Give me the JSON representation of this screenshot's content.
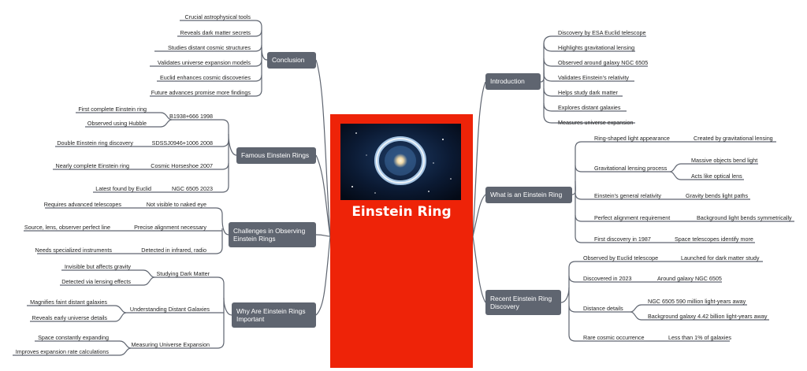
{
  "center": {
    "title": "Einstein Ring",
    "image": "einstein-ring-galaxy-photo"
  },
  "colors": {
    "center": "#ee2308",
    "branch": "#5f6570",
    "line": "#5f6570"
  },
  "branches": {
    "introduction": {
      "label": "Introduction",
      "items": [
        "Discovery by ESA Euclid telescope",
        "Highlights gravitational lensing",
        "Observed around galaxy NGC 6505",
        "Validates Einstein’s relativity",
        "Helps study dark matter",
        "Explores distant galaxies",
        "Measures universe expansion"
      ]
    },
    "what_is": {
      "label": "What is an Einstein Ring",
      "items": [
        {
          "label": "Ring-shaped light appearance",
          "children": [
            "Created by gravitational lensing"
          ]
        },
        {
          "label": "Gravitational lensing process",
          "children": [
            "Massive objects bend light",
            "Acts like optical lens"
          ]
        },
        {
          "label": "Einstein’s general relativity",
          "children": [
            "Gravity bends light paths"
          ]
        },
        {
          "label": "Perfect alignment requirement",
          "children": [
            "Background light bends symmetrically"
          ]
        },
        {
          "label": "First discovery in 1987",
          "children": [
            "Space telescopes identify more"
          ]
        }
      ]
    },
    "recent": {
      "label": "Recent Einstein Ring Discovery",
      "items": [
        {
          "label": "Observed by Euclid telescope",
          "children": [
            "Launched for dark matter study"
          ]
        },
        {
          "label": "Discovered in 2023",
          "children": [
            "Around galaxy NGC 6505"
          ]
        },
        {
          "label": "Distance details",
          "children": [
            "NGC 6505 590 million light-years away",
            "Background galaxy 4.42 billion light-years away"
          ]
        },
        {
          "label": "Rare cosmic occurrence",
          "children": [
            "Less than 1% of galaxies"
          ]
        }
      ]
    },
    "conclusion": {
      "label": "Conclusion",
      "items": [
        "Crucial astrophysical tools",
        "Reveals dark matter secrets",
        "Studies distant cosmic structures",
        "Validates universe expansion models",
        "Euclid enhances cosmic discoveries",
        "Future advances promise more findings"
      ]
    },
    "famous": {
      "label": "Famous Einstein Rings",
      "items": [
        {
          "label": "B1938+666 1998",
          "children": [
            "First complete Einstein ring",
            "Observed using Hubble"
          ]
        },
        {
          "label": "SDSSJ0946+1006 2008",
          "children": [
            "Double Einstein ring discovery"
          ]
        },
        {
          "label": "Cosmic Horseshoe 2007",
          "children": [
            "Nearly complete Einstein ring"
          ]
        },
        {
          "label": "NGC 6505 2023",
          "children": [
            "Latest found by Euclid"
          ]
        }
      ]
    },
    "challenges": {
      "label": "Challenges in Observing Einstein Rings",
      "items": [
        {
          "label": "Not visible to naked eye",
          "children": [
            "Requires advanced telescopes"
          ]
        },
        {
          "label": "Precise alignment necessary",
          "children": [
            "Source, lens, observer perfect line"
          ]
        },
        {
          "label": "Detected in infrared, radio",
          "children": [
            "Needs specialized instruments"
          ]
        }
      ]
    },
    "why": {
      "label": "Why Are Einstein Rings Important",
      "items": [
        {
          "label": "Studying Dark Matter",
          "children": [
            "Invisible but affects gravity",
            "Detected via lensing effects"
          ]
        },
        {
          "label": "Understanding Distant Galaxies",
          "children": [
            "Magnifies faint distant galaxies",
            "Reveals early universe details"
          ]
        },
        {
          "label": "Measuring Universe Expansion",
          "children": [
            "Space constantly expanding",
            "Improves expansion rate calculations"
          ]
        }
      ]
    }
  }
}
